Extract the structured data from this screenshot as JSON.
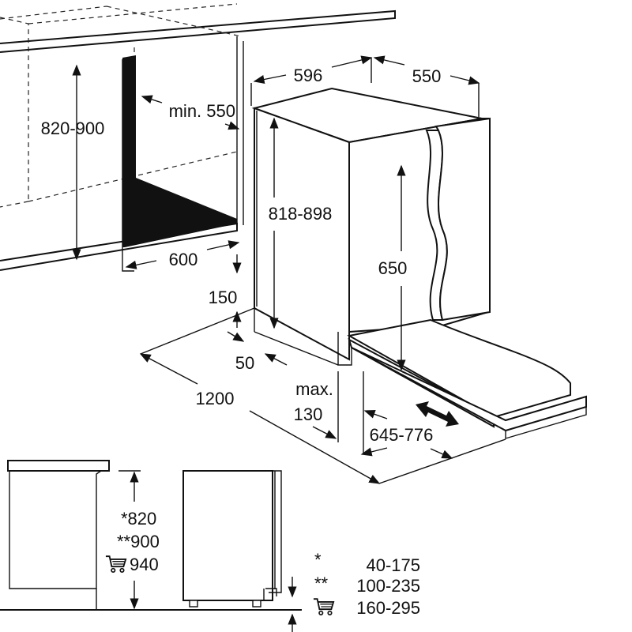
{
  "dimensions": {
    "cabinet_height": "820-900",
    "min_depth": "min. 550",
    "niche_width": "600",
    "appliance_width": "596",
    "appliance_depth": "550",
    "appliance_height": "818-898",
    "door_height": "650",
    "plinth_height": "150",
    "plinth_gap": "50",
    "total_depth": "1200",
    "max_label": "max.",
    "max_value": "130",
    "door_travel": "645-776"
  },
  "side_view": {
    "h1": "*820",
    "h2": "**900",
    "h3": "940"
  },
  "legend": [
    {
      "mark": "*",
      "value": "40-175"
    },
    {
      "mark": "**",
      "value": "100-235"
    },
    {
      "mark": "",
      "value": "160-295"
    }
  ],
  "icons": [
    "cart-icon"
  ]
}
